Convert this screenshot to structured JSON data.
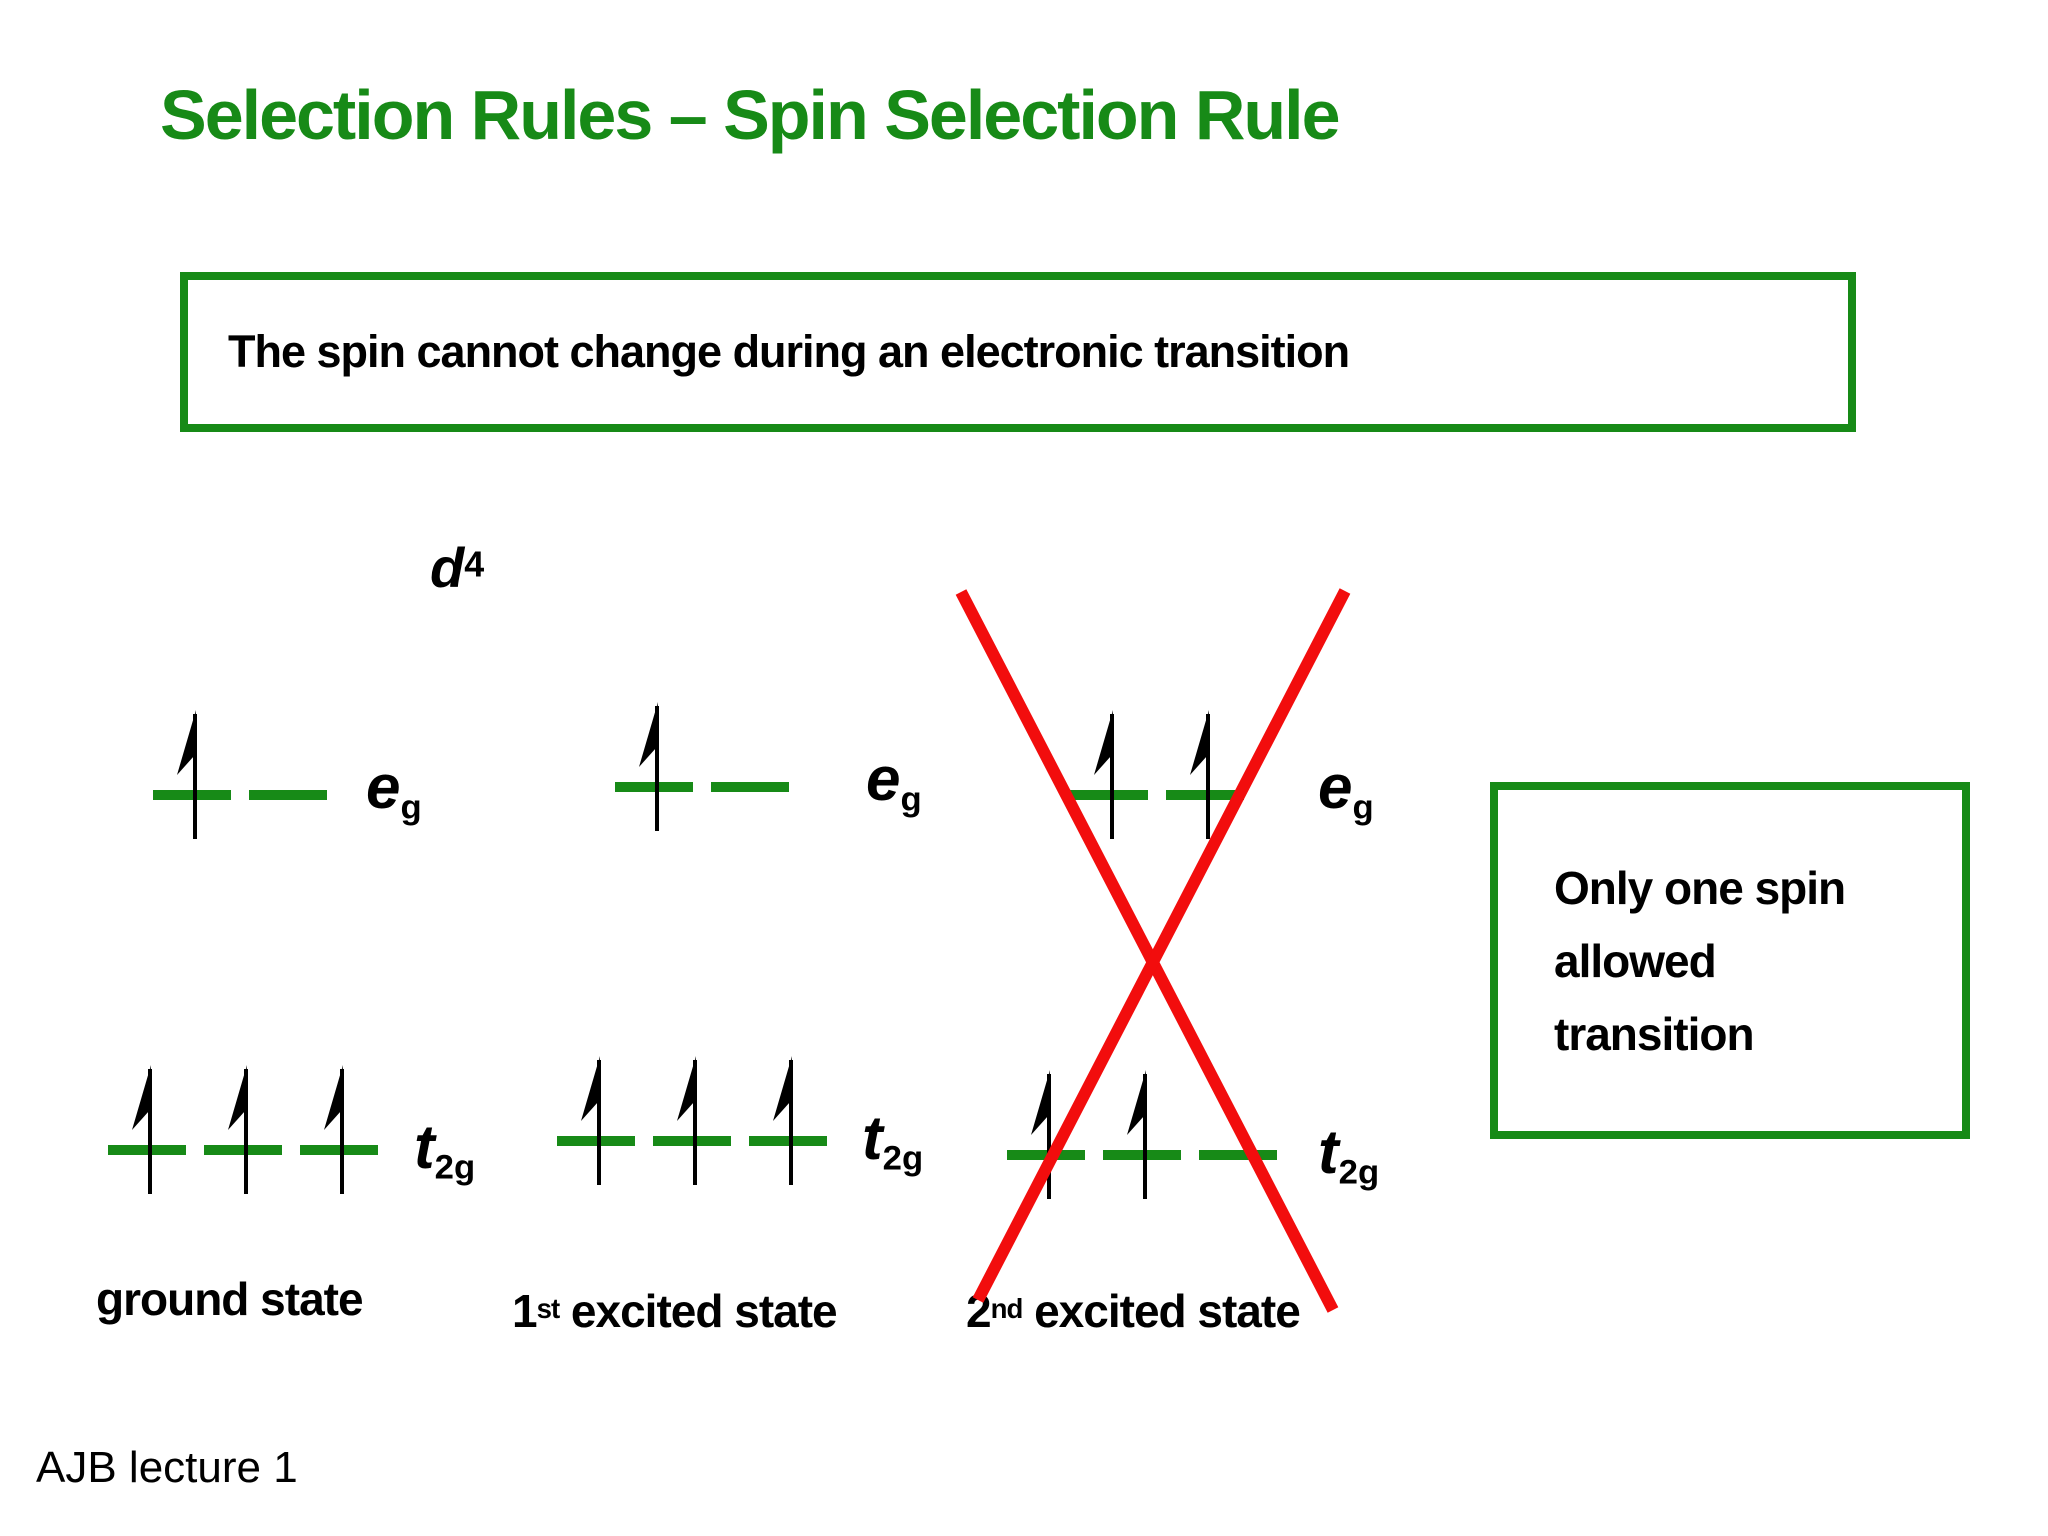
{
  "slide": {
    "title": "Selection Rules – Spin Selection Rule",
    "rule_text": "The spin cannot change during an electronic transition",
    "d_config": {
      "base": "d",
      "sup": "4"
    },
    "callout": {
      "lines": [
        "Only one spin",
        "allowed",
        "transition"
      ]
    },
    "footer": "AJB lecture 1"
  },
  "colors": {
    "green": "#178a17",
    "red": "#f20d0d",
    "black": "#000000"
  },
  "diagram": {
    "orbital_labels": {
      "eg": {
        "base": "e",
        "sub": "g"
      },
      "t2g": {
        "base": "t",
        "sub": "2g"
      }
    },
    "states": [
      {
        "name": "ground state",
        "label": {
          "num": "",
          "sup": "",
          "rest": "ground state"
        },
        "eg_electrons": [
          1,
          0
        ],
        "t2g_electrons": [
          1,
          1,
          1
        ],
        "forbidden": false
      },
      {
        "name": "1st excited state",
        "label": {
          "num": "1",
          "sup": "st",
          "rest": "excited state"
        },
        "eg_electrons": [
          1,
          0
        ],
        "t2g_electrons": [
          1,
          1,
          1
        ],
        "forbidden": false
      },
      {
        "name": "2nd excited state",
        "label": {
          "num": "2",
          "sup": "nd",
          "rest": "excited state"
        },
        "eg_electrons": [
          1,
          1
        ],
        "t2g_electrons": [
          1,
          1,
          0
        ],
        "forbidden": true
      }
    ]
  }
}
